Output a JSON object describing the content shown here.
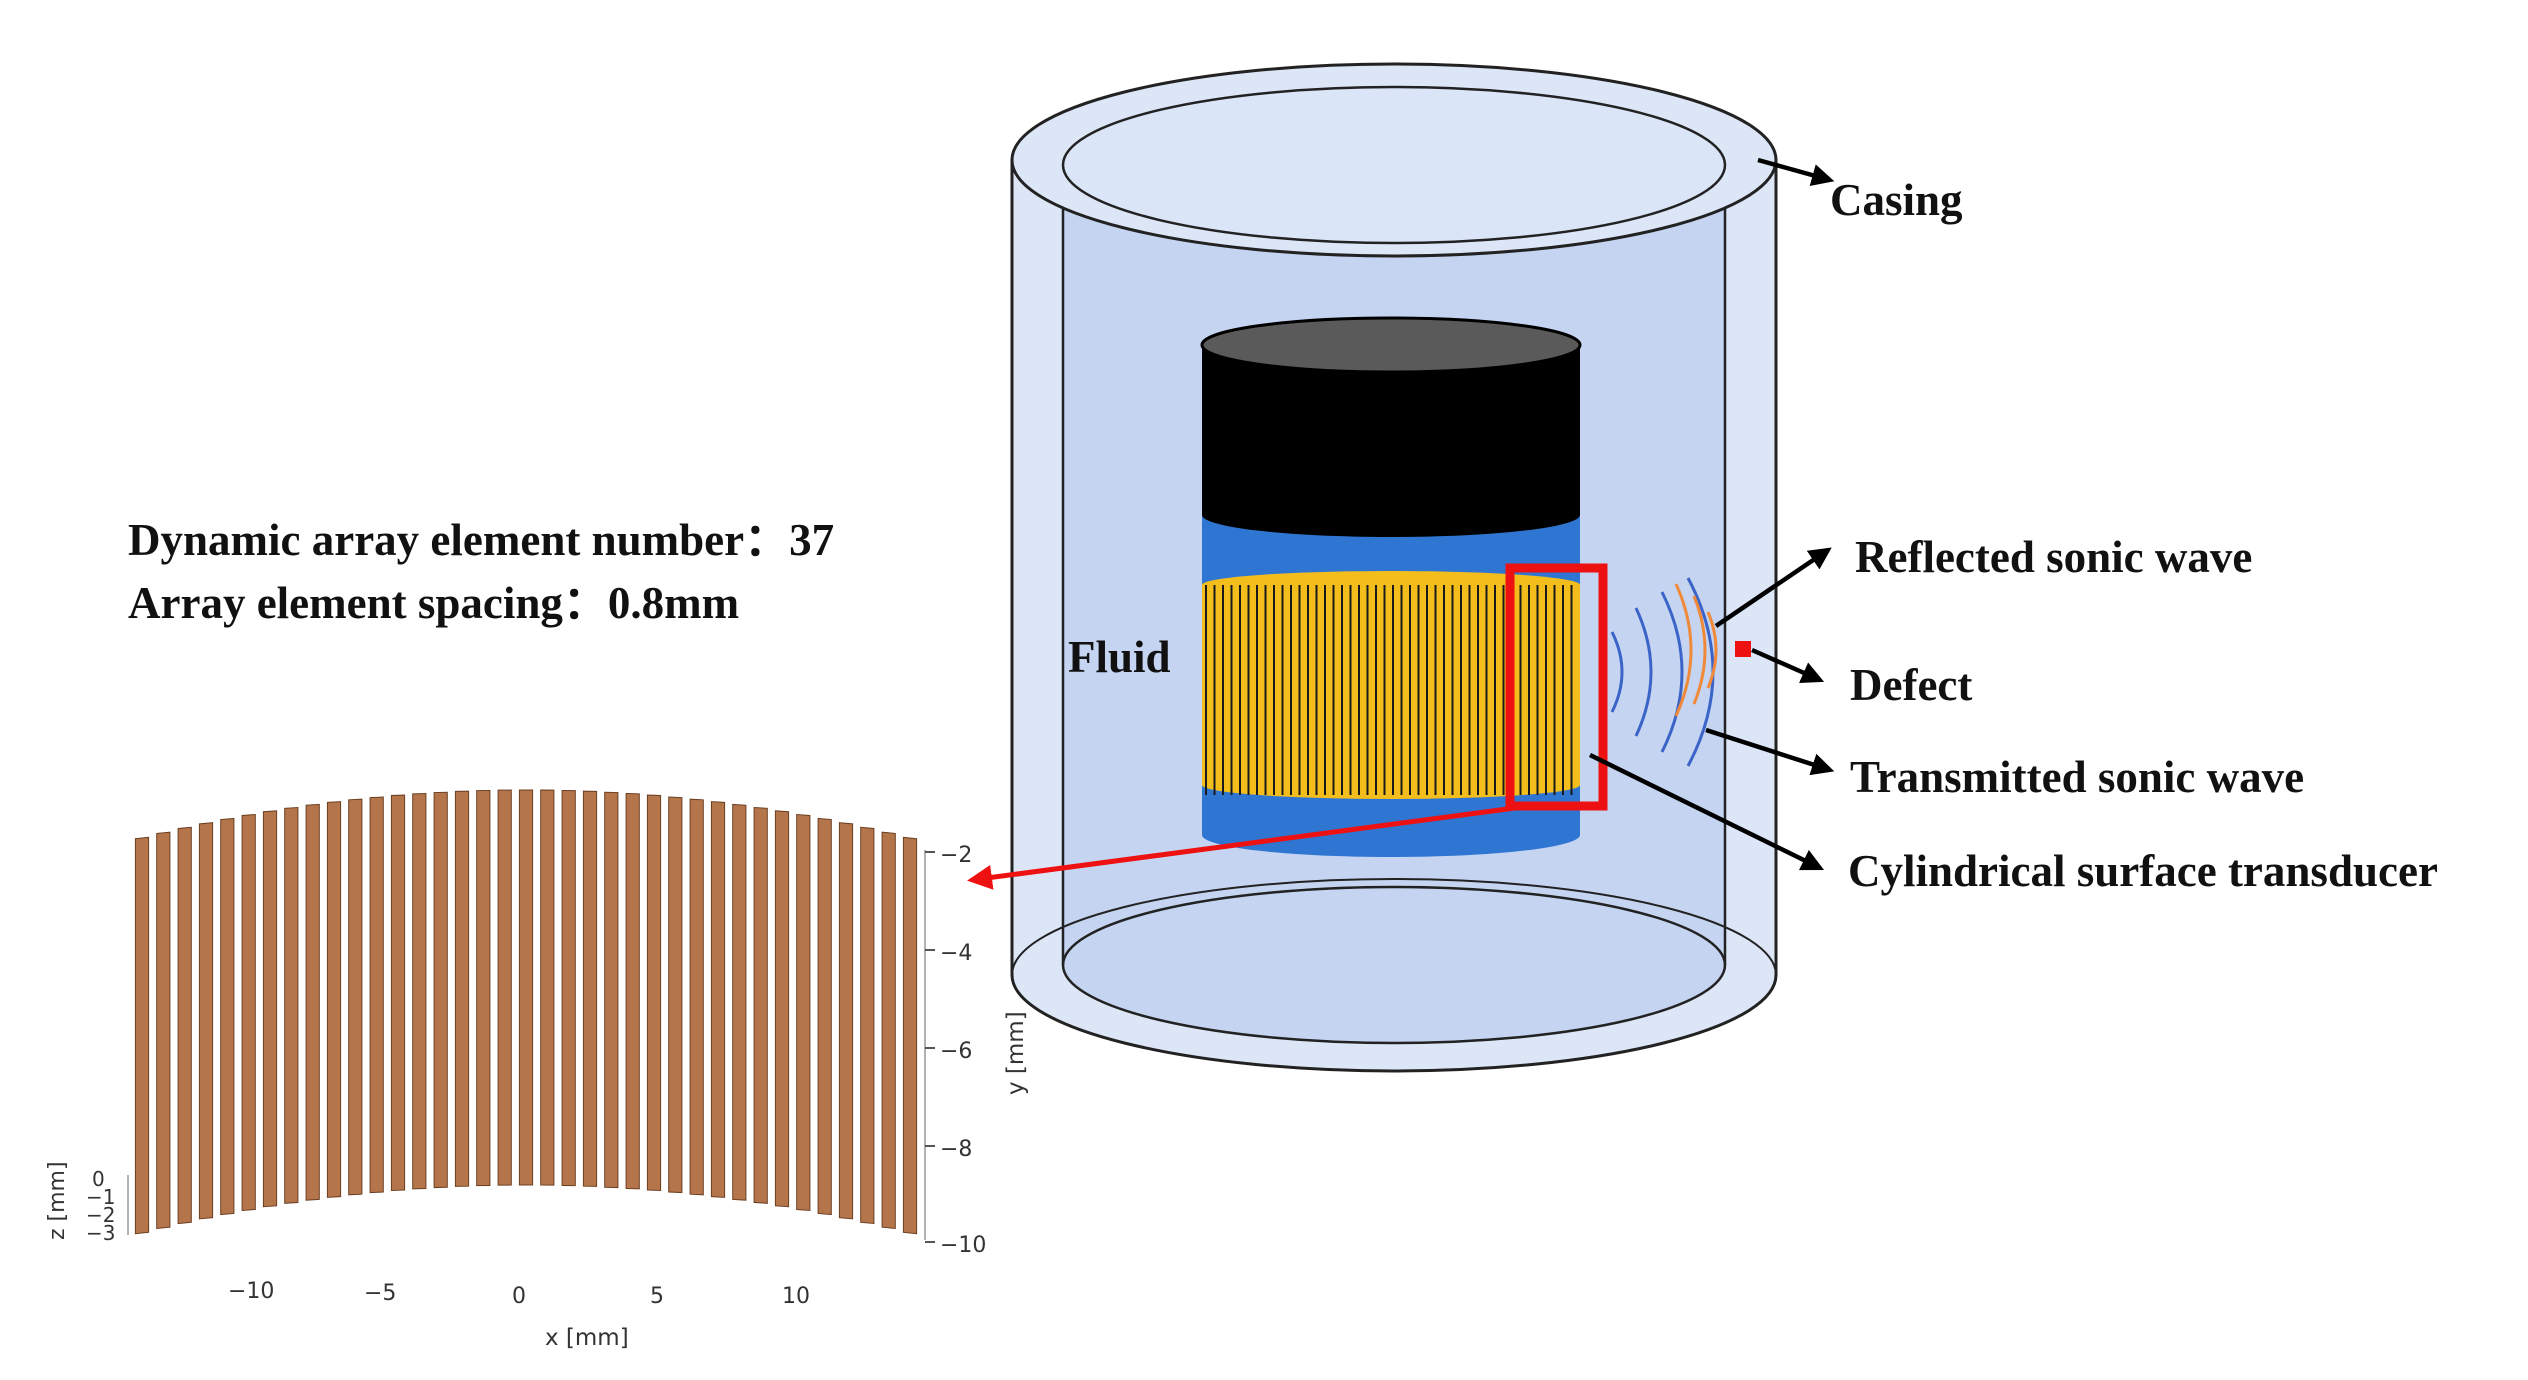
{
  "labels": {
    "casing": "Casing",
    "fluid": "Fluid",
    "reflected": "Reflected sonic wave",
    "defect": "Defect",
    "transmitted": "Transmitted sonic wave",
    "transducer": "Cylindrical surface transducer"
  },
  "info": {
    "line1": "Dynamic array element number：37",
    "line2": "Array element spacing：0.8mm"
  },
  "array_plot": {
    "element_count": 37,
    "x_ticks": [
      "−10",
      "−5",
      "0",
      "5",
      "10"
    ],
    "y_ticks": [
      "−2",
      "−4",
      "−6",
      "−8",
      "−10"
    ],
    "z_ticks": [
      "0",
      "−1",
      "−2",
      "−3"
    ],
    "x_label": "x [mm]",
    "y_label": "y [mm]",
    "z_label": "z [mm]"
  },
  "colors": {
    "casing_fill": "#dde6f7",
    "fluid_fill": "#c4d4f1",
    "tool_top": "#000000",
    "tool_body": "#2f76d3",
    "transducer_band": "#f3bd1c",
    "element": "#b5754a",
    "highlight": "#ee1111",
    "wave_orange": "#f08a3a",
    "wave_blue": "#3b64c8"
  }
}
